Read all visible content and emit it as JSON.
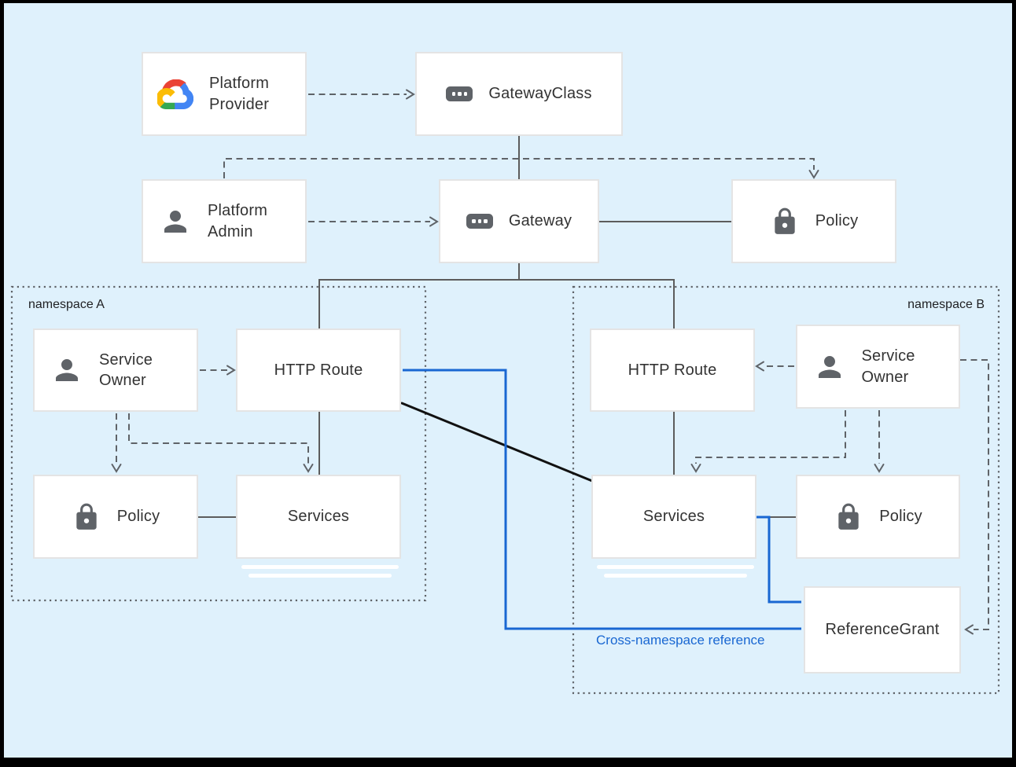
{
  "title": "Gateway API resource model diagram",
  "annotation": {
    "label": "Cross-namespace reference",
    "color": "#1967d2"
  },
  "namespaces": {
    "a": {
      "label": "namespace A"
    },
    "b": {
      "label": "namespace B"
    }
  },
  "nodes": {
    "platform_provider": {
      "label": "Platform Provider",
      "icon": "google-cloud-icon"
    },
    "gateway_class": {
      "label": "GatewayClass",
      "icon": "resource-chip-icon"
    },
    "platform_admin": {
      "label": "Platform Admin",
      "icon": "person-icon"
    },
    "gateway": {
      "label": "Gateway",
      "icon": "resource-chip-icon"
    },
    "policy_cluster": {
      "label": "Policy",
      "icon": "lock-icon"
    },
    "service_owner_a": {
      "label": "Service Owner",
      "icon": "person-icon"
    },
    "http_route_a": {
      "label": "HTTP Route"
    },
    "policy_a": {
      "label": "Policy",
      "icon": "lock-icon"
    },
    "services_a": {
      "label": "Services"
    },
    "http_route_b": {
      "label": "HTTP Route"
    },
    "service_owner_b": {
      "label": "Service Owner",
      "icon": "person-icon"
    },
    "services_b": {
      "label": "Services"
    },
    "policy_b": {
      "label": "Policy",
      "icon": "lock-icon"
    },
    "reference_grant": {
      "label": "ReferenceGrant"
    }
  },
  "edges": [
    {
      "from": "Platform Provider",
      "to": "GatewayClass",
      "style": "dashed-arrow"
    },
    {
      "from": "Platform Admin",
      "to": "Gateway",
      "style": "dashed-arrow"
    },
    {
      "from": "Platform Admin",
      "to": "Policy (cluster)",
      "style": "dashed-arrow"
    },
    {
      "from": "GatewayClass",
      "to": "Gateway",
      "style": "solid"
    },
    {
      "from": "Gateway",
      "to": "Policy (cluster)",
      "style": "solid"
    },
    {
      "from": "Gateway",
      "to": "HTTP Route (namespace A)",
      "style": "solid"
    },
    {
      "from": "Gateway",
      "to": "HTTP Route (namespace B)",
      "style": "solid"
    },
    {
      "from": "Service Owner (namespace A)",
      "to": "HTTP Route (namespace A)",
      "style": "dashed-arrow"
    },
    {
      "from": "Service Owner (namespace A)",
      "to": "Policy (namespace A)",
      "style": "dashed-arrow"
    },
    {
      "from": "Service Owner (namespace A)",
      "to": "Services (namespace A)",
      "style": "dashed-arrow"
    },
    {
      "from": "HTTP Route (namespace A)",
      "to": "Services (namespace A)",
      "style": "solid"
    },
    {
      "from": "Policy (namespace A)",
      "to": "Services (namespace A)",
      "style": "solid"
    },
    {
      "from": "Service Owner (namespace B)",
      "to": "HTTP Route (namespace B)",
      "style": "dashed-arrow"
    },
    {
      "from": "Service Owner (namespace B)",
      "to": "Services (namespace B)",
      "style": "dashed-arrow"
    },
    {
      "from": "Service Owner (namespace B)",
      "to": "Policy (namespace B)",
      "style": "dashed-arrow"
    },
    {
      "from": "Service Owner (namespace B)",
      "to": "ReferenceGrant",
      "style": "dashed-arrow"
    },
    {
      "from": "HTTP Route (namespace B)",
      "to": "Services (namespace B)",
      "style": "solid"
    },
    {
      "from": "Services (namespace B)",
      "to": "Policy (namespace B)",
      "style": "solid"
    },
    {
      "from": "HTTP Route (namespace A)",
      "to": "Services (namespace B)",
      "style": "solid-black"
    },
    {
      "from": "HTTP Route (namespace A)",
      "to": "ReferenceGrant",
      "style": "blue",
      "label": "Cross-namespace reference"
    },
    {
      "from": "Services (namespace B)",
      "to": "ReferenceGrant",
      "style": "blue"
    }
  ],
  "colors": {
    "background": "#dff1fc",
    "frame": "#000000",
    "box_fill": "#ffffff",
    "box_border": "#e4e4e4",
    "text": "#333333",
    "icon_gray": "#5f6368",
    "solid_line": "#5c5c5c",
    "dashed_line": "#5f6368",
    "blue_accent": "#1967d2",
    "black_line": "#111111",
    "google_red": "#ea4335",
    "google_blue": "#4285f4",
    "google_green": "#34a853",
    "google_yellow": "#fbbc05"
  }
}
